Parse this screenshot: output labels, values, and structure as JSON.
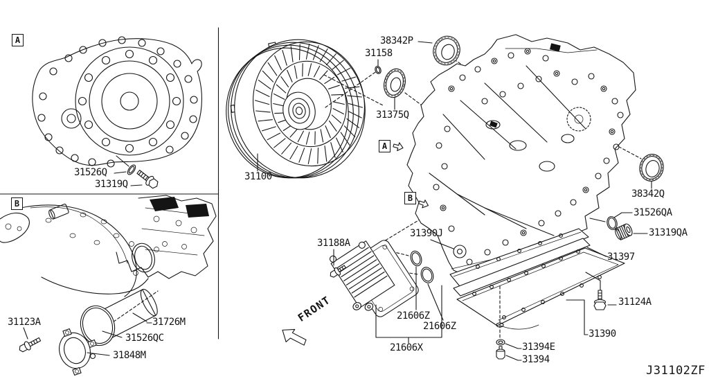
{
  "diagram": {
    "code": "J31102ZF",
    "front_label": "FRONT",
    "markers": {
      "a": "A",
      "b": "B",
      "a_main": "A",
      "b_main": "B"
    },
    "parts": {
      "torque_converter": "31100",
      "oring_31158": "31158",
      "seal_38342P": "38342P",
      "seal_31375Q": "31375Q",
      "washer_31526Q": "31526Q",
      "plug_31319Q": "31319Q",
      "bolt_31123A": "31123A",
      "filter_31726M": "31726M",
      "oring_31526QC": "31526QC",
      "cover_31848M": "31848M",
      "gasket_31390J": "31390J",
      "bolt_31188A": "31188A",
      "oring_21606Z_a": "21606Z",
      "oring_21606Z_b": "21606Z",
      "cooler_21606X": "21606X",
      "seal_38342Q": "38342Q",
      "oring_31526QA": "31526QA",
      "plug_31319QA": "31319QA",
      "gasket_31397": "31397",
      "bolt_31124A": "31124A",
      "oil_pan_31390": "31390",
      "washer_31394E": "31394E",
      "plug_31394": "31394"
    }
  }
}
